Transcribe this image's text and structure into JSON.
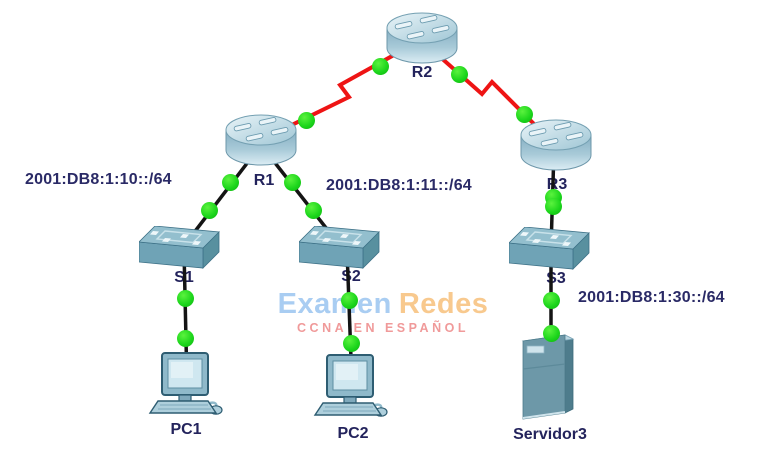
{
  "app": {
    "description": "IPv6 network topology (Packet Tracer style)",
    "background": "#ffffff"
  },
  "devices": {
    "r1": {
      "label": "R1",
      "type": "router"
    },
    "r2": {
      "label": "R2",
      "type": "router"
    },
    "r3": {
      "label": "R3",
      "type": "router"
    },
    "s1": {
      "label": "S1",
      "type": "switch"
    },
    "s2": {
      "label": "S2",
      "type": "switch"
    },
    "s3": {
      "label": "S3",
      "type": "switch"
    },
    "pc1": {
      "label": "PC1",
      "type": "pc"
    },
    "pc2": {
      "label": "PC2",
      "type": "pc"
    },
    "server3": {
      "label": "Servidor3",
      "type": "server"
    }
  },
  "notes": {
    "subnet_10": "2001:DB8:1:10::/64",
    "subnet_11": "2001:DB8:1:11::/64",
    "subnet_30": "2001:DB8:1:30::/64"
  },
  "links": {
    "serial": [
      "R1-R2",
      "R2-R3"
    ],
    "ethernet": [
      "R1-S1",
      "R1-S2",
      "R3-S3",
      "S1-PC1",
      "S2-PC2",
      "S3-Servidor3"
    ],
    "status": "up"
  },
  "watermark": {
    "title_part1": "Examen",
    "title_part2": "Redes",
    "subtitle": "CCNA EN ESPAÑOL"
  },
  "icons": {
    "router": "router-icon",
    "switch": "switch-icon",
    "pc": "pc-icon",
    "server": "server-icon",
    "status": "link-status-dot"
  },
  "colors": {
    "serial_link": "#ee1414",
    "ethernet_link": "#141414",
    "status_up_green": "#1bd51b",
    "device_label": "#23235c",
    "note_text": "#2a2a66",
    "watermark_blue": "#a9cdf2",
    "watermark_orange": "#f8c98e",
    "watermark_red": "#f09a9a"
  }
}
